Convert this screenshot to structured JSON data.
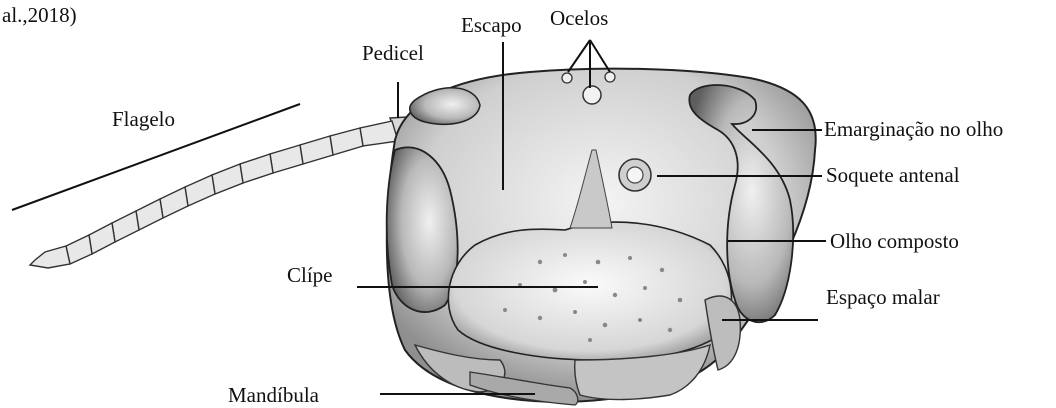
{
  "citation_fragment": "al.,2018)",
  "labels": {
    "flagelo": "Flagelo",
    "pedicel": "Pedicel",
    "escapo": "Escapo",
    "ocelos": "Ocelos",
    "emarginacao": "Emarginação no olho",
    "soquete": "Soquete antenal",
    "olho": "Olho composto",
    "clipe": "Clípe",
    "malar": "Espaço malar",
    "mandibula": "Mandíbula"
  }
}
